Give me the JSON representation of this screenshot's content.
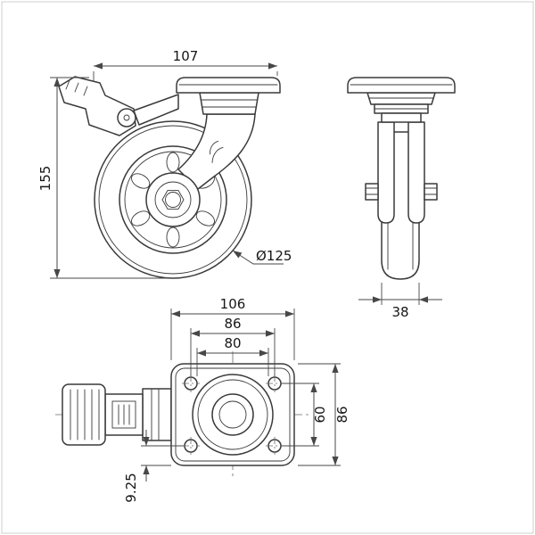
{
  "drawing": {
    "type": "caster-wheel-technical-drawing",
    "views": {
      "side": {
        "dim_overall_length": "107",
        "dim_overall_height": "155",
        "dim_wheel_diameter": "Ø125"
      },
      "front": {
        "dim_wheel_width": "38"
      },
      "plan": {
        "dim_plate_width": "106",
        "dim_bolt_spacing_outer": "86",
        "dim_bolt_spacing_inner": "80",
        "dim_bolt_spacing_vertical": "60",
        "dim_plate_depth": "86",
        "dim_hole_edge_offset": "9.25"
      }
    },
    "colors": {
      "line": "#3a3a3a",
      "dimension": "#474747",
      "frame": "#cfcfcf"
    }
  }
}
